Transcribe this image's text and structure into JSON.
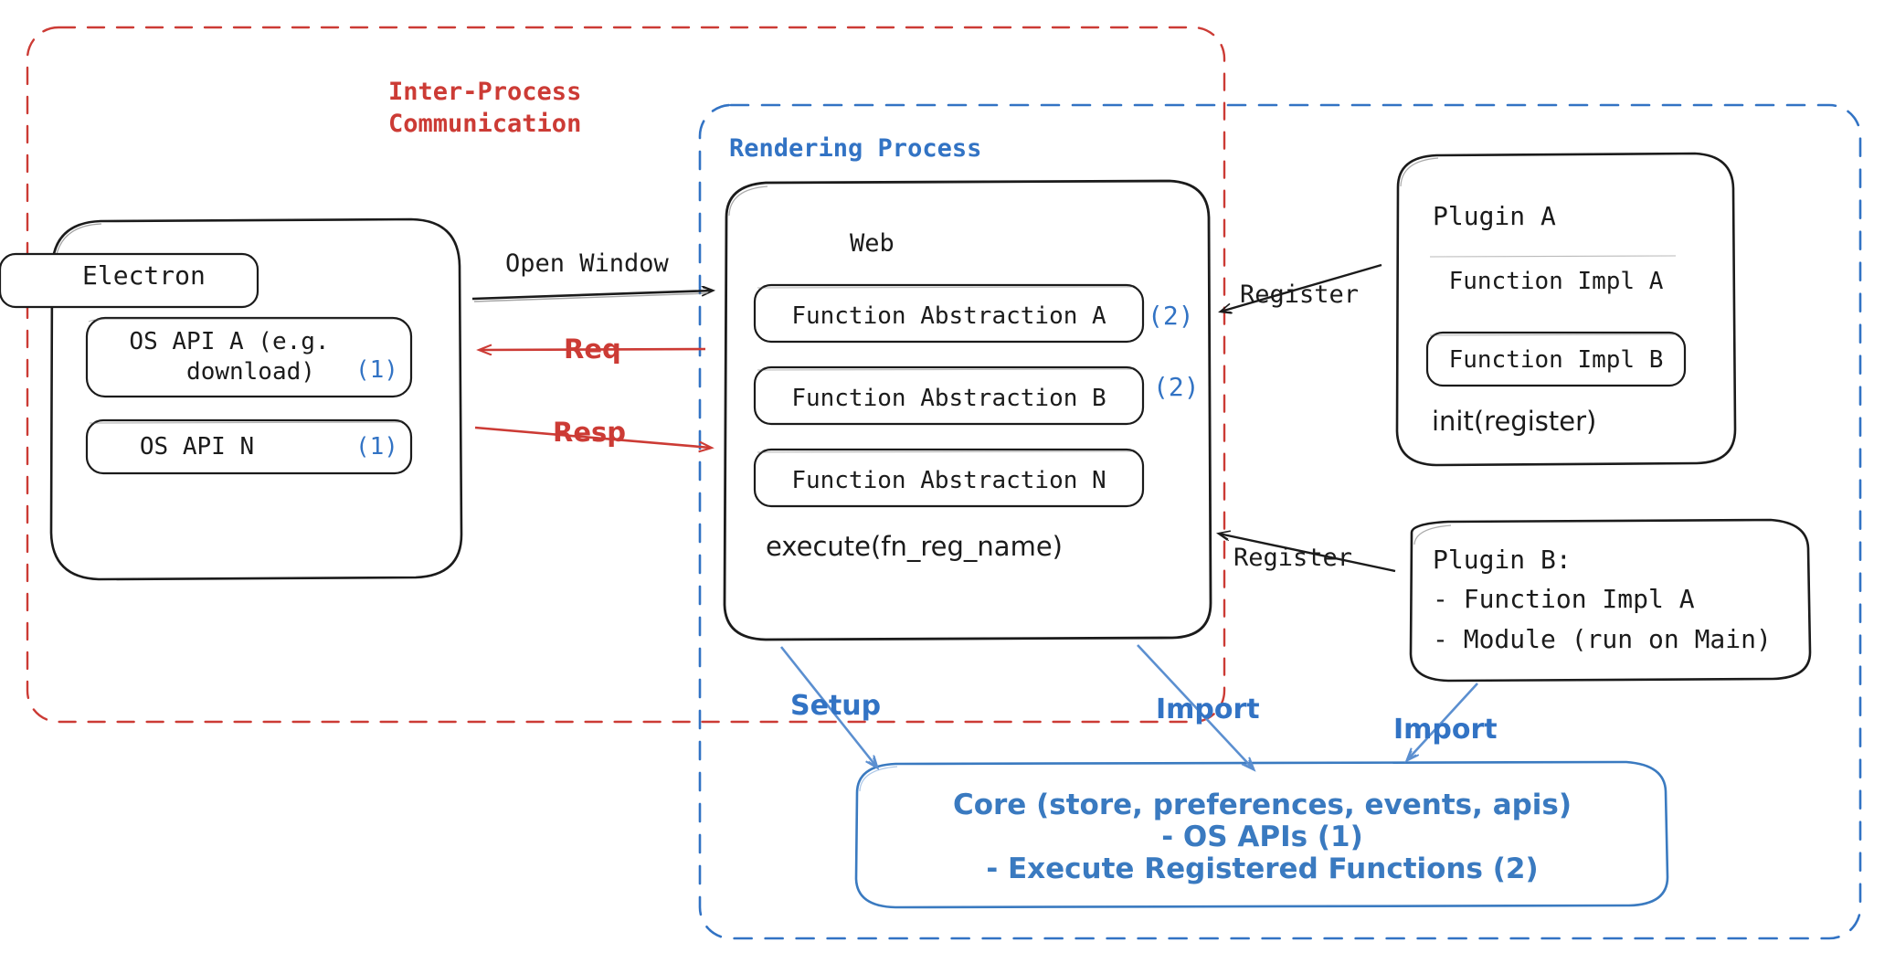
{
  "diagram": {
    "title_note": "Electron plugin architecture diagram",
    "colors": {
      "black": "#1b1b1b",
      "blue": "#3273c4",
      "red": "#cc3b35",
      "core_blue": "#3a7ac0"
    },
    "boundaries": {
      "ipc": {
        "label": "Inter-Process\nCommunication",
        "color": "#cc3b35",
        "style": "dashed"
      },
      "rendering": {
        "label": "Rendering Process",
        "color": "#3273c4",
        "style": "dashed"
      }
    },
    "electron": {
      "title": "Electron",
      "apis": [
        {
          "label": "OS API A (e.g.\ndownload)",
          "tag": "(1)"
        },
        {
          "label": "OS API N",
          "tag": "(1)"
        }
      ]
    },
    "web": {
      "title": "Web",
      "functions": [
        {
          "label": "Function Abstraction A",
          "tag": "(2)"
        },
        {
          "label": "Function Abstraction B",
          "tag": "(2)"
        },
        {
          "label": "Function Abstraction N",
          "tag": ""
        }
      ],
      "footer": "execute(fn_reg_name)"
    },
    "plugin_a": {
      "title": "Plugin A",
      "items": [
        "Function Impl A",
        "Function Impl B"
      ],
      "footer": "init(register)"
    },
    "plugin_b": {
      "title": "Plugin B:",
      "lines": [
        "- Function Impl A",
        "- Module (run on Main)"
      ]
    },
    "core": {
      "lines": [
        "Core (store, preferences, events, apis)",
        "- OS APIs (1)",
        "- Execute Registered Functions (2)"
      ]
    },
    "edges": [
      {
        "name": "open-window",
        "label": "Open Window",
        "color": "#1b1b1b",
        "direction": "right"
      },
      {
        "name": "req",
        "label": "Req",
        "color": "#cc3b35",
        "direction": "left"
      },
      {
        "name": "resp",
        "label": "Resp",
        "color": "#cc3b35",
        "direction": "right"
      },
      {
        "name": "register-plugin-a",
        "label": "Register",
        "color": "#1b1b1b",
        "direction": "left"
      },
      {
        "name": "register-plugin-b",
        "label": "Register",
        "color": "#1b1b1b",
        "direction": "left"
      },
      {
        "name": "setup",
        "label": "Setup",
        "color": "#3273c4",
        "direction": "down"
      },
      {
        "name": "import-web",
        "label": "Import",
        "color": "#3273c4",
        "direction": "down"
      },
      {
        "name": "import-plugin-b",
        "label": "Import",
        "color": "#3273c4",
        "direction": "down-left"
      }
    ]
  }
}
